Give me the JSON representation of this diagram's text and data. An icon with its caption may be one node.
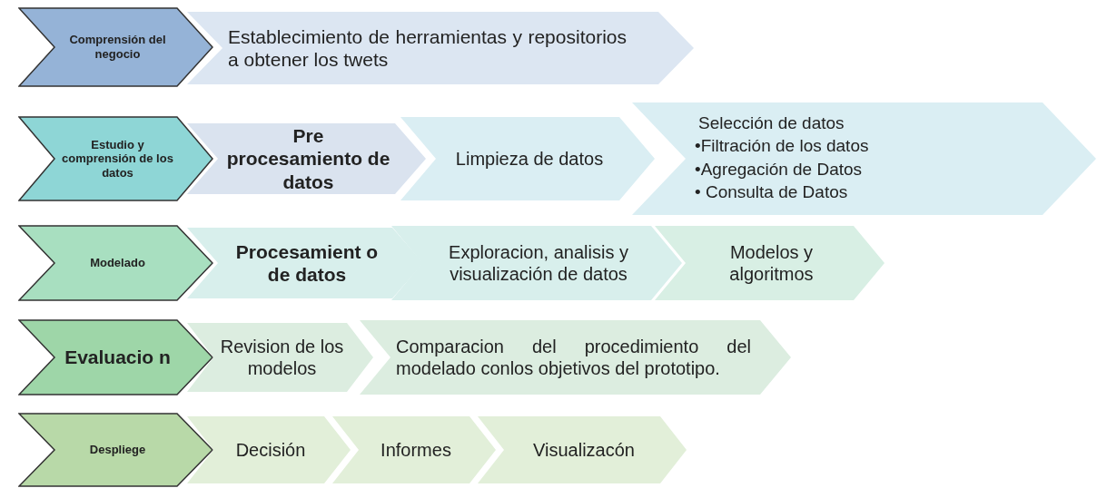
{
  "diagram": {
    "nodes": [
      {
        "text": [
          "Comprensión del negocio"
        ]
      },
      {
        "text": [
          "Establecimiento de herramientas y repositorios a obtener los twets"
        ]
      },
      {
        "text": [
          "Estudio y comprensión de los datos"
        ]
      },
      {
        "text": [
          "Pre procesamiento de datos"
        ]
      },
      {
        "text": [
          "Limpieza de datos"
        ]
      },
      {
        "text": [
          "Selección de datos",
          "•Filtración de los datos",
          "•Agregación de Datos",
          "• Consulta de Datos"
        ]
      },
      {
        "text": [
          "Modelado"
        ]
      },
      {
        "text": [
          "Procesamient o de datos"
        ]
      },
      {
        "text": [
          "Exploracion, analisis y visualización de datos"
        ]
      },
      {
        "text": [
          "Modelos y algoritmos"
        ]
      },
      {
        "text": [
          "Evaluacio n"
        ]
      },
      {
        "text": [
          "Revision de los modelos"
        ]
      },
      {
        "text": [
          "Comparacion del procedimiento del modelado conlos objetivos del prototipo."
        ]
      },
      {
        "text": [
          "Despliege"
        ]
      },
      {
        "text": [
          "Decisión"
        ]
      },
      {
        "text": [
          "Informes"
        ]
      },
      {
        "text": [
          "Visualizacón"
        ]
      }
    ]
  }
}
